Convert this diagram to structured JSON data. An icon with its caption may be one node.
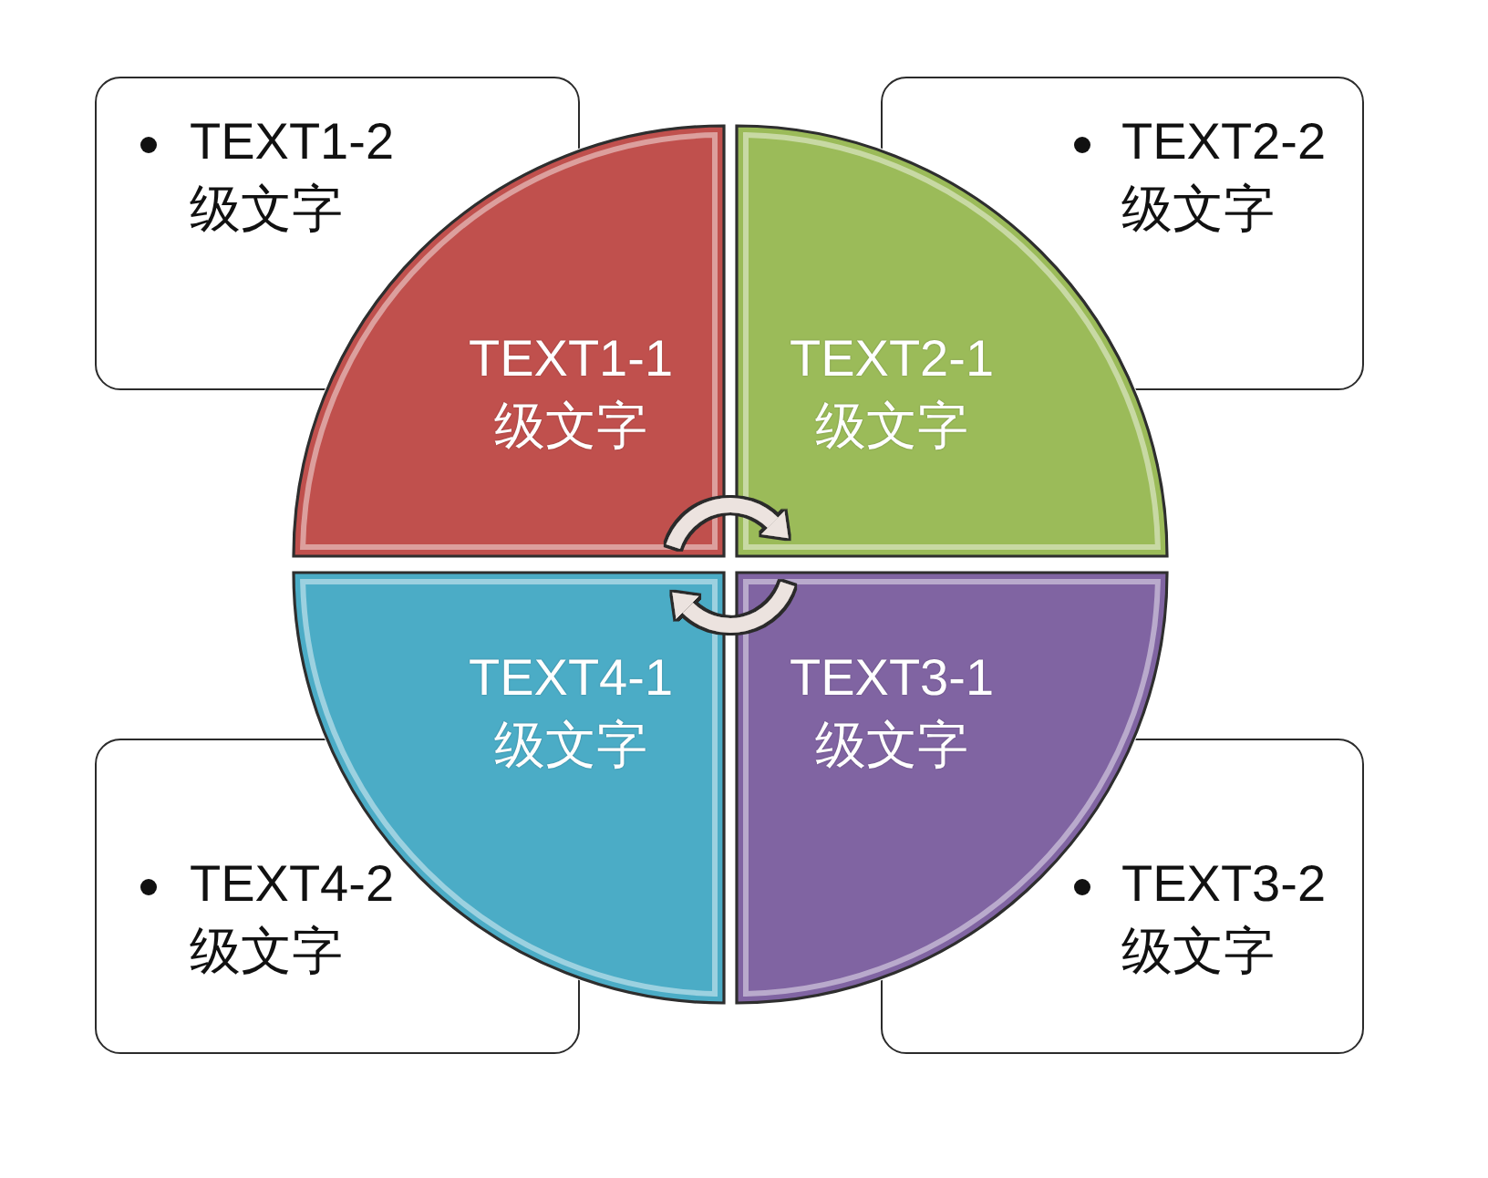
{
  "diagram": {
    "nodes": [
      {
        "text": [
          "TEXT1-2 级文字"
        ]
      },
      {
        "text": [
          "TEXT2-2 级文字"
        ]
      },
      {
        "text": [
          "TEXT1-1 级文字"
        ]
      },
      {
        "text": [
          "TEXT2-1 级文字"
        ]
      },
      {
        "text": [
          "TEXT4-1 级文字"
        ]
      },
      {
        "text": [
          "TEXT3-1 级文字"
        ]
      },
      {
        "text": [
          "TEXT4-2 级文字"
        ]
      },
      {
        "text": [
          "TEXT3-2 级文字"
        ]
      }
    ],
    "edges": [
      {
        "from": 2,
        "to": 3,
        "arrow": "to"
      },
      {
        "from": 5,
        "to": 4,
        "arrow": "to"
      }
    ]
  }
}
